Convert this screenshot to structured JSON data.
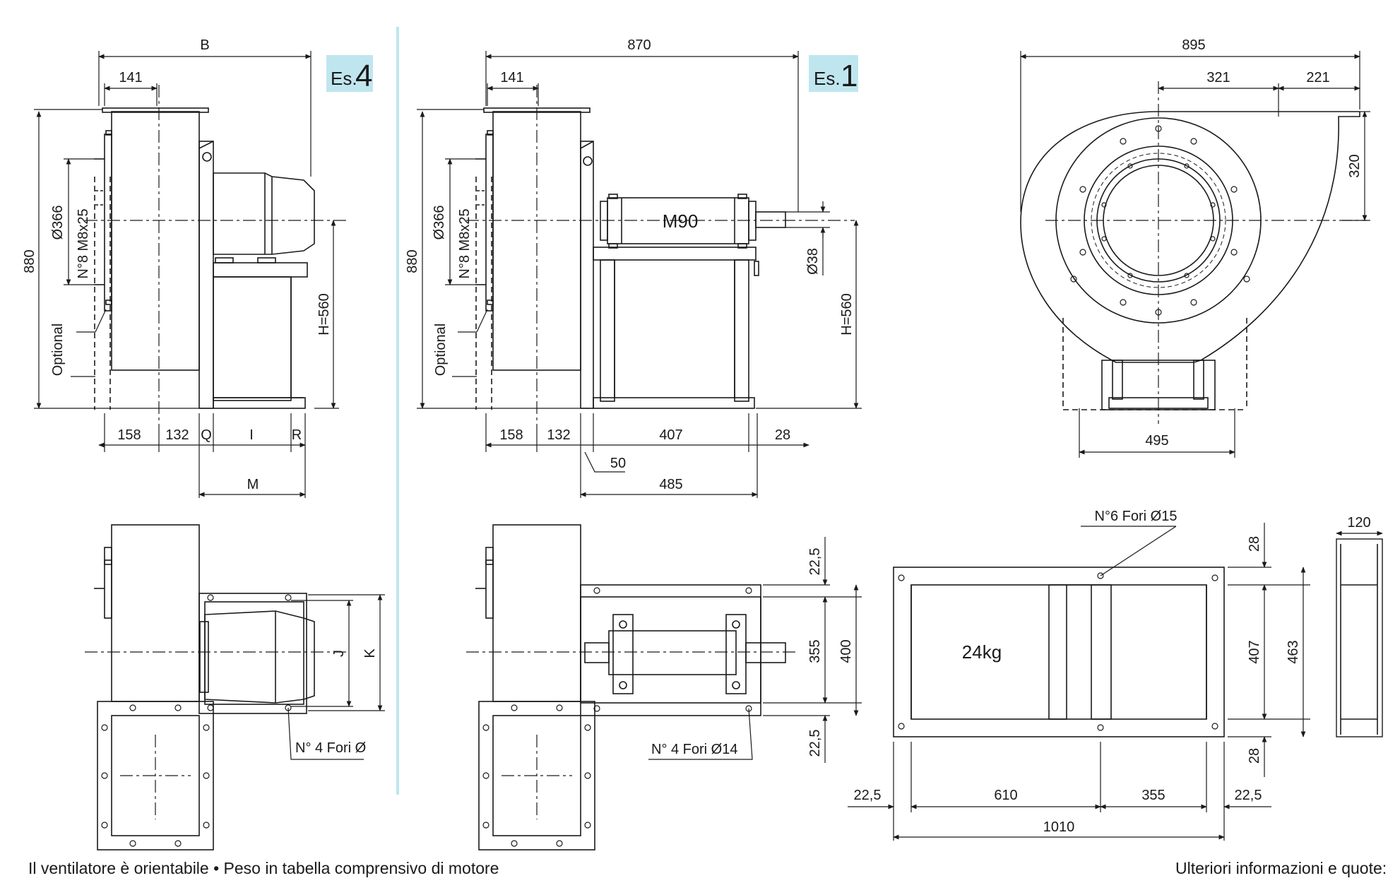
{
  "badges": {
    "left": {
      "prefix": "Es.",
      "num": "4"
    },
    "mid": {
      "prefix": "Es.",
      "num": "1"
    }
  },
  "colors": {
    "badge_bg": "#bfe6ef",
    "divider": "#bfe6ef",
    "line": "#1a1a1a"
  },
  "view_a": {
    "width": "B",
    "flange": "141",
    "height": "880",
    "bolt_circle": "Ø366",
    "bolts": "N°8 M8x25",
    "optional": "Optional",
    "shaft_h": "H=560",
    "d1": "158",
    "d2": "132",
    "q": "Q",
    "i": "I",
    "r": "R",
    "m": "M"
  },
  "view_b": {
    "width": "870",
    "flange": "141",
    "height": "880",
    "bolt_circle": "Ø366",
    "bolts": "N°8 M8x25",
    "optional": "Optional",
    "motor": "M90",
    "shaft": "Ø38",
    "shaft_h": "H=560",
    "d1": "158",
    "d2": "132",
    "d3": "407",
    "d4": "28",
    "d5": "50",
    "d6": "485"
  },
  "view_c": {
    "width": "895",
    "w1": "321",
    "w2": "221",
    "h1": "320",
    "base": "495"
  },
  "view_d": {
    "j": "J",
    "k": "K",
    "holes": "N° 4 Fori Ø"
  },
  "view_e": {
    "top": "22,5",
    "mid": "355",
    "total": "400",
    "bottom": "22,5",
    "holes": "N° 4 Fori Ø14"
  },
  "view_f": {
    "holes": "N°6 Fori Ø15",
    "weight": "24kg",
    "h_top": "28",
    "h_mid": "407",
    "h_total": "463",
    "h_bot": "28",
    "w_left": "22,5",
    "w_a": "610",
    "w_b": "355",
    "w_right": "22,5",
    "w_total": "1010",
    "side_w": "120"
  },
  "footer": {
    "left": "Il ventilatore è orientabile • Peso in tabella comprensivo di motore",
    "right": "Ulteriori informazioni e quote:"
  }
}
